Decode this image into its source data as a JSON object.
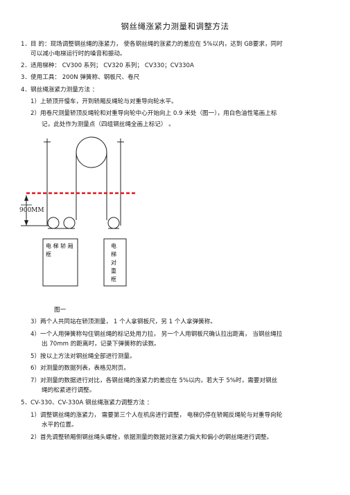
{
  "doc": {
    "title": "钢丝绳涨紧力测量和调整方法",
    "lines": [
      "1．目  的：现场调整钢丝绳的涨紧力，   使各钢丝绳的涨紧力的差应在     5%以内，达到 GB要求，同时",
      "可以减小电梯运行时的噪音和振动。",
      "2．适用梯种：  CV300 系列；  CV320 系列；  CV330；CV330A",
      "3．使用工具：  200N 弹簧称、钢板尺、卷尺",
      "4．钢丝绳涨紧力测量方法   ：",
      "1）上轿顶开慢车，开到轿厢反绳轮与对重导向轮水平。",
      "2）用卷尺测量轿顶反绳轮和对重导向轮中心开始向上      0.9 米处（图一），用白色油性笔画上标",
      "记，此处作为测量点（四组钢丝绳全画上标记）    。",
      "3）两个人共同站在轿顶测量，     1 个人拿钢板尺，另   1 个人拿弹簧称。",
      "4）一个人用弹簧称勾住钢丝绳的标记处用力拉，       另一个人用钢板尺确认拉出距离，    当钢丝绳拉",
      "出 70mm 的距离时，记录下弹簧称的读数。",
      "5）按以上方法对钢丝绳全部进行测量。",
      "6）对测量的数据列表，表格见附页。",
      "7）对测量的数据进行对比，各钢丝绳的涨紧力的差应在        5%以内，若大于  5%时，需要对钢丝",
      "绳的松紧进行调整。",
      "5．CV-330、CV-330A 钢丝绳涨紧力调整方法  ：",
      "1）调整钢丝绳的涨紧力，   需要第三个人在机房进行调整，     电梯仍停在轿厢反绳轮与对重导向轮",
      "水平的位置。",
      "2）首先调整轿厢侧钢丝绳头螺栓，依据测量的数据对涨紧力偏大和偏小的钢丝绳进行调整。"
    ]
  },
  "figure": {
    "dimension_label": "900MM",
    "car_label": "电 梯 轿 厢框",
    "cwt_label": "电梯对重框",
    "caption": "图一",
    "colors": {
      "mark_line": "#e0141c",
      "stroke": "#222222"
    }
  }
}
